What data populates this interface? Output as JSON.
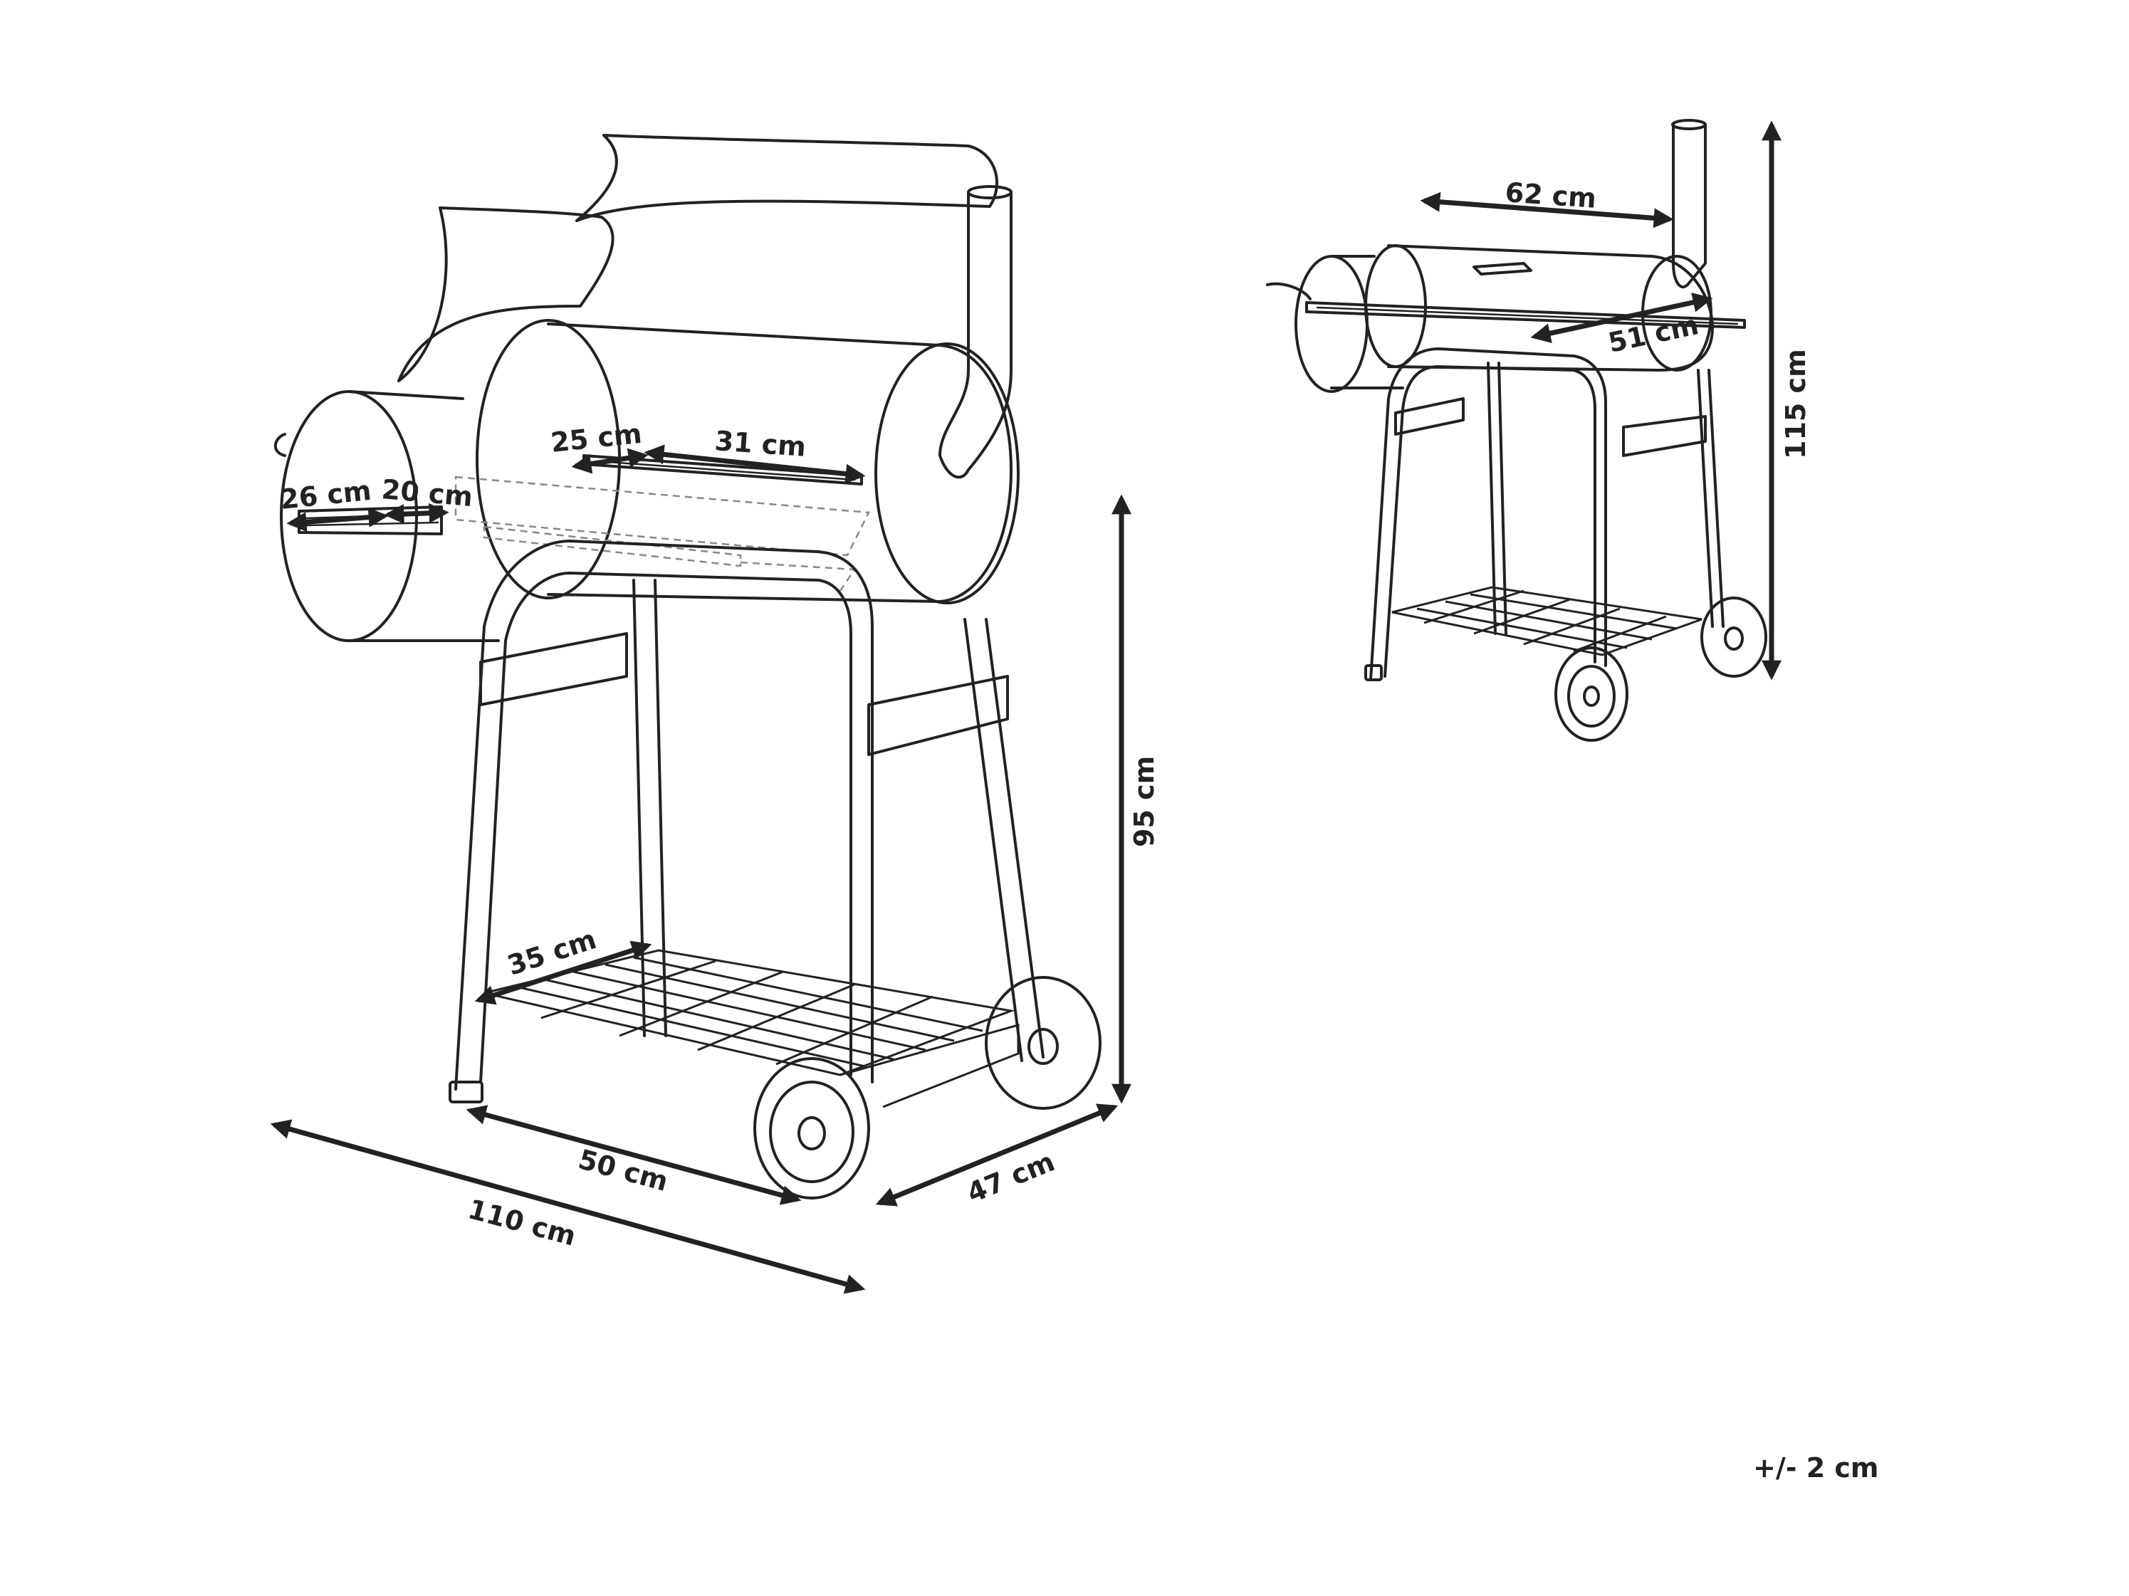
{
  "diagram": {
    "tolerance": "+/- 2 cm",
    "dimensions": {
      "firebox_grill_depth": "26 cm",
      "firebox_grill_width": "20 cm",
      "main_grill_depth": "25 cm",
      "main_grill_width": "31 cm",
      "lower_shelf": "35 cm",
      "wheelbase_width": "50 cm",
      "depth": "47 cm",
      "total_width": "110 cm",
      "grill_height": "95 cm",
      "chamber_length": "62 cm",
      "chamber_depth": "51 cm",
      "total_height": "115 cm"
    }
  }
}
